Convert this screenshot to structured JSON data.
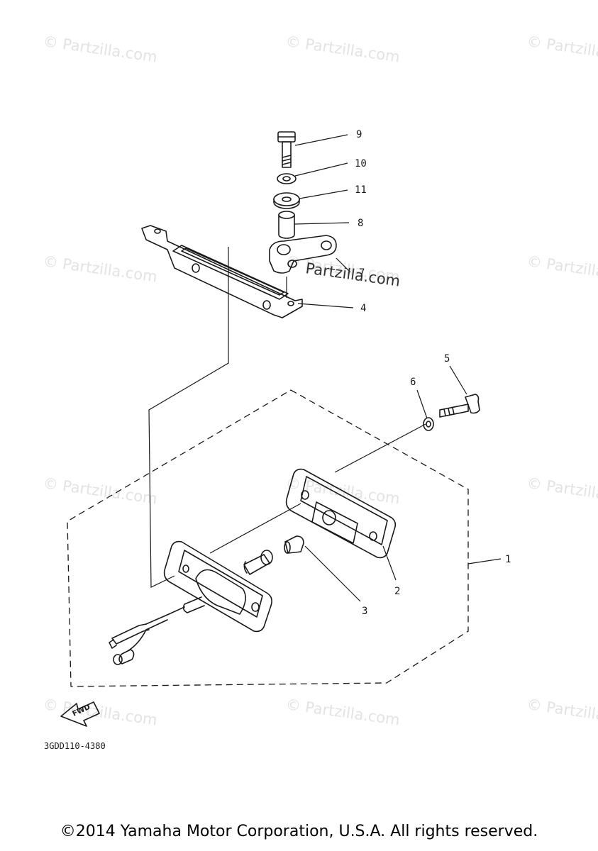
{
  "watermarks": [
    {
      "text": "© Partzilla.com"
    },
    {
      "text": "© Partzilla.com"
    },
    {
      "text": "© Partzilla.com"
    },
    {
      "text": "© Partzilla.com"
    },
    {
      "text": "© Partzilla.com"
    },
    {
      "text": "© Partzilla.com"
    },
    {
      "text": "© Partzilla.com"
    },
    {
      "text": "© Partzilla.com"
    },
    {
      "text": "© Partzilla.com"
    },
    {
      "text": "© Partzilla.com"
    },
    {
      "text": "© Partzilla.com"
    },
    {
      "text": "© Partzilla.com"
    }
  ],
  "center_watermark": "Partzilla.com",
  "callouts": [
    "9",
    "10",
    "11",
    "8",
    "7",
    "4",
    "5",
    "6",
    "1",
    "2",
    "3"
  ],
  "fwd_label": "FWD",
  "diagram_code": "3GDD110-4380",
  "copyright": "©2014 Yamaha Motor Corporation, U.S.A. All rights reserved."
}
